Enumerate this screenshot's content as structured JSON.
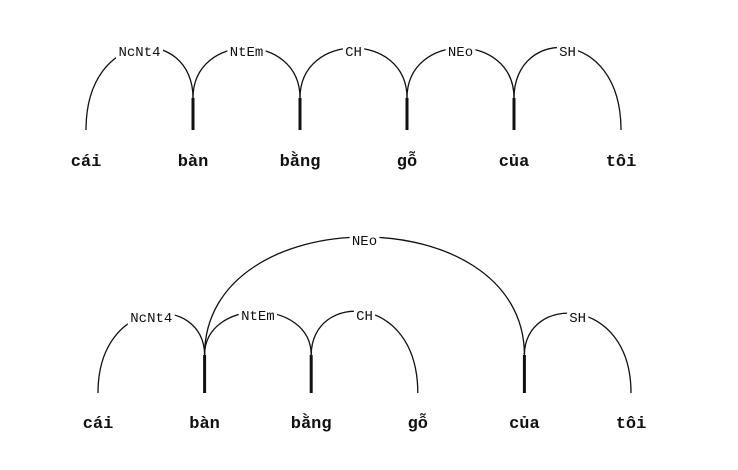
{
  "diagrams": [
    {
      "words": [
        "cái",
        "bàn",
        "bằng",
        "gỗ",
        "của",
        "tôi"
      ],
      "arcs": [
        {
          "from": 0,
          "to": 1,
          "label": "NcNt4"
        },
        {
          "from": 1,
          "to": 2,
          "label": "NtEm"
        },
        {
          "from": 2,
          "to": 3,
          "label": "CH"
        },
        {
          "from": 3,
          "to": 4,
          "label": "NEo"
        },
        {
          "from": 4,
          "to": 5,
          "label": "SH"
        }
      ],
      "heads": [
        1,
        2,
        3,
        4
      ]
    },
    {
      "words": [
        "cái",
        "bàn",
        "bằng",
        "gỗ",
        "của",
        "tôi"
      ],
      "arcs": [
        {
          "from": 0,
          "to": 1,
          "label": "NcNt4"
        },
        {
          "from": 1,
          "to": 2,
          "label": "NtEm"
        },
        {
          "from": 2,
          "to": 3,
          "label": "CH"
        },
        {
          "from": 1,
          "to": 4,
          "label": "NEo"
        },
        {
          "from": 4,
          "to": 5,
          "label": "SH"
        }
      ],
      "heads": [
        1,
        2,
        4
      ]
    }
  ]
}
